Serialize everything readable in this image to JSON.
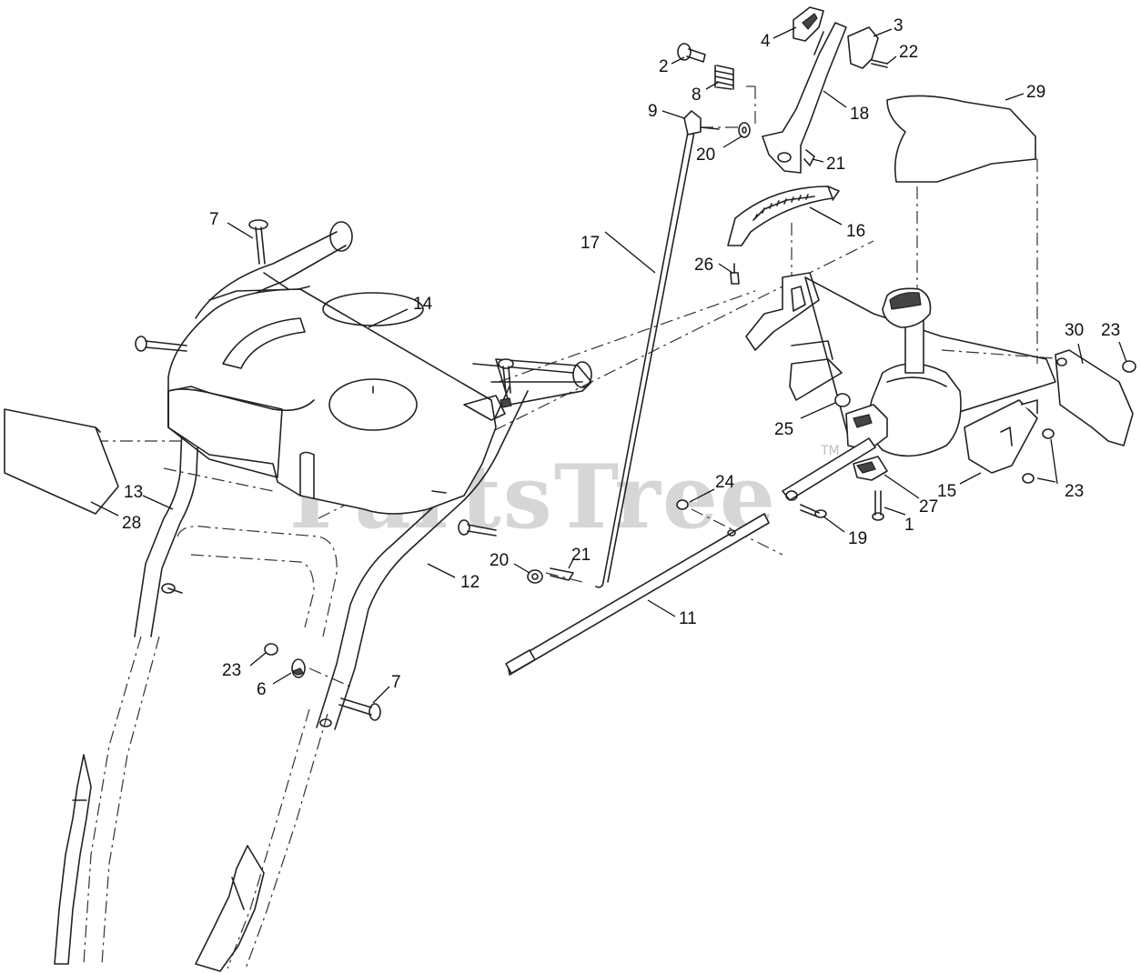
{
  "watermark": {
    "text": "PartsTree",
    "tm": "TM"
  },
  "callouts": [
    {
      "id": "c4",
      "label": "4"
    },
    {
      "id": "c3",
      "label": "3"
    },
    {
      "id": "c2",
      "label": "2"
    },
    {
      "id": "c22",
      "label": "22"
    },
    {
      "id": "c8",
      "label": "8"
    },
    {
      "id": "c29",
      "label": "29"
    },
    {
      "id": "c9",
      "label": "9"
    },
    {
      "id": "c18",
      "label": "18"
    },
    {
      "id": "c20a",
      "label": "20"
    },
    {
      "id": "c21a",
      "label": "21"
    },
    {
      "id": "c16",
      "label": "16"
    },
    {
      "id": "c7a",
      "label": "7"
    },
    {
      "id": "c17",
      "label": "17"
    },
    {
      "id": "c26",
      "label": "26"
    },
    {
      "id": "c14",
      "label": "14"
    },
    {
      "id": "c30",
      "label": "30"
    },
    {
      "id": "c23a",
      "label": "23"
    },
    {
      "id": "c25",
      "label": "25"
    },
    {
      "id": "c24",
      "label": "24"
    },
    {
      "id": "c15",
      "label": "15"
    },
    {
      "id": "c23b",
      "label": "23"
    },
    {
      "id": "c27",
      "label": "27"
    },
    {
      "id": "c13",
      "label": "13"
    },
    {
      "id": "c28",
      "label": "28"
    },
    {
      "id": "c1",
      "label": "1"
    },
    {
      "id": "c19",
      "label": "19"
    },
    {
      "id": "c20b",
      "label": "20"
    },
    {
      "id": "c21b",
      "label": "21"
    },
    {
      "id": "c12",
      "label": "12"
    },
    {
      "id": "c11",
      "label": "11"
    },
    {
      "id": "c23c",
      "label": "23"
    },
    {
      "id": "c7b",
      "label": "7"
    },
    {
      "id": "c6",
      "label": "6"
    }
  ]
}
